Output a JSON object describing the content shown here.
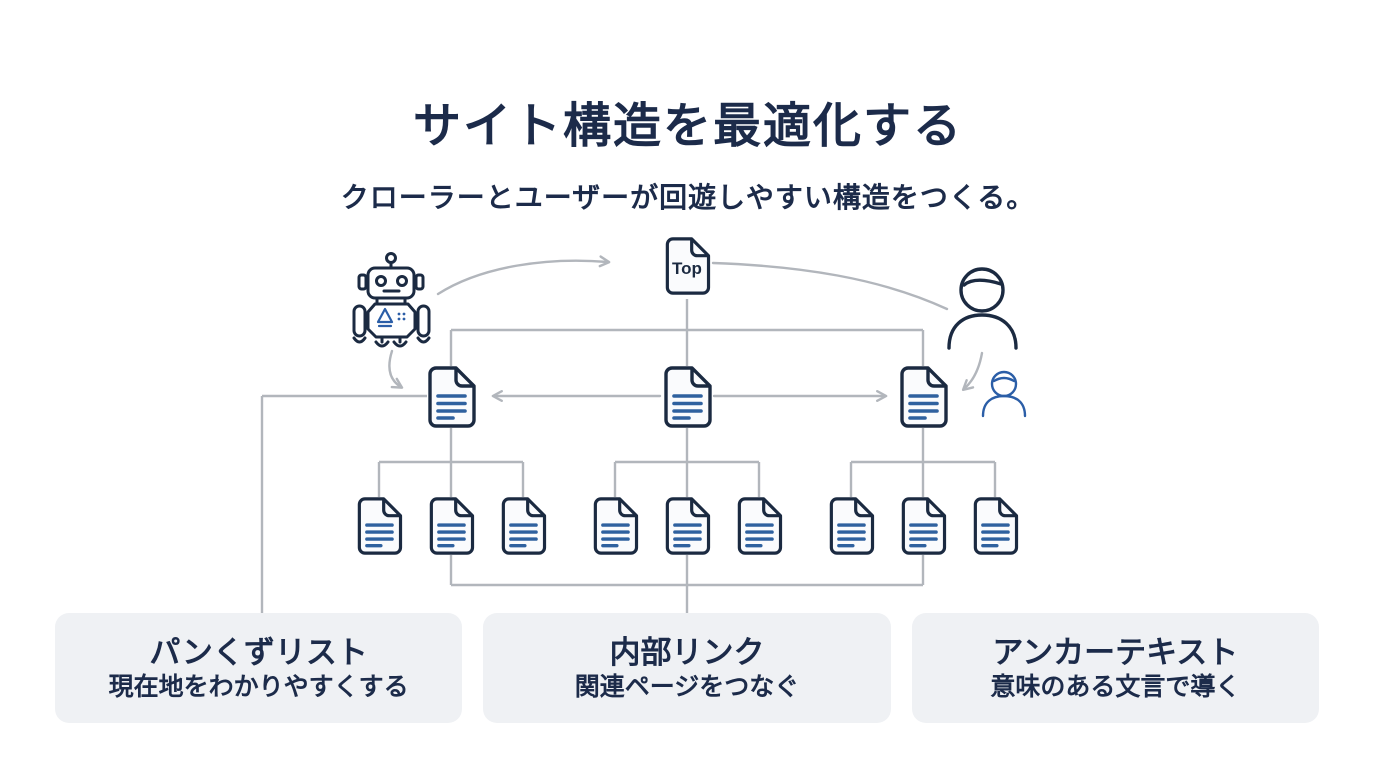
{
  "page": {
    "title": "サイト構造を最適化する",
    "subtitle": "クローラーとユーザーが回遊しやすい構造をつくる。"
  },
  "diagram": {
    "top_page_label": "Top",
    "icons": {
      "crawler": "robot-icon",
      "user": "user-icon",
      "user_small": "user-small-icon",
      "page": "document-icon"
    }
  },
  "cards": [
    {
      "title": "パンくずリスト",
      "description": "現在地をわかりやすくする"
    },
    {
      "title": "内部リンク",
      "description": "関連ページをつなぐ"
    },
    {
      "title": "アンカーテキスト",
      "description": "意味のある文言で導く"
    }
  ],
  "palette": {
    "ink_navy": "#1c2b4a",
    "doc_outline": "#1b2a41",
    "doc_fill": "#fafbfd",
    "doc_text_blue": "#2f619f",
    "connector_gray": "#b2b6bc",
    "user_blue": "#2b5ea7",
    "card_bg": "#eff1f4",
    "background": "#ffffff"
  }
}
